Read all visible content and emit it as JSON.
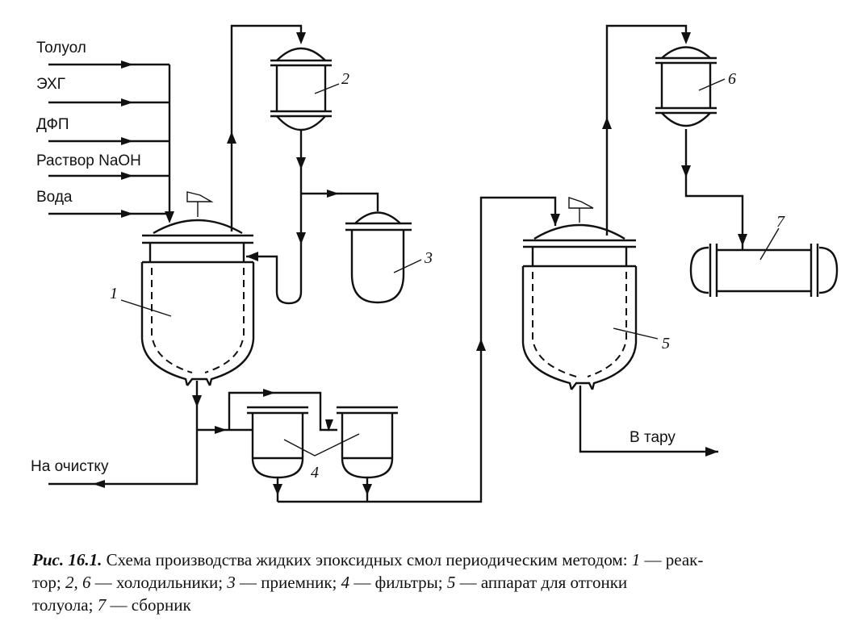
{
  "inputs": [
    "Толуол",
    "ЭХГ",
    "ДФП",
    "Раствор NaOH",
    "Вода"
  ],
  "outlets": {
    "cleaning": "На очистку",
    "container": "В тару"
  },
  "numbers": {
    "reactor": "1",
    "cooler_a": "2",
    "receiver": "3",
    "filters": "4",
    "still": "5",
    "cooler_b": "6",
    "collector": "7"
  },
  "caption": {
    "label": "Рис. 16.1.",
    "s1": "Схема производства жидких эпоксидных смол периодическим методом:",
    "n1": "1",
    "t1": "— реак-",
    "s2": "тор;",
    "n2": "2, 6",
    "t2": "— холодильники;",
    "n3": "3",
    "t3": "— приемник;",
    "n4": "4",
    "t4": "— фильтры;",
    "n5": "5",
    "t5": "— аппарат для отгонки",
    "s3": "толуола;",
    "n7": "7",
    "t7": "— сборник"
  }
}
